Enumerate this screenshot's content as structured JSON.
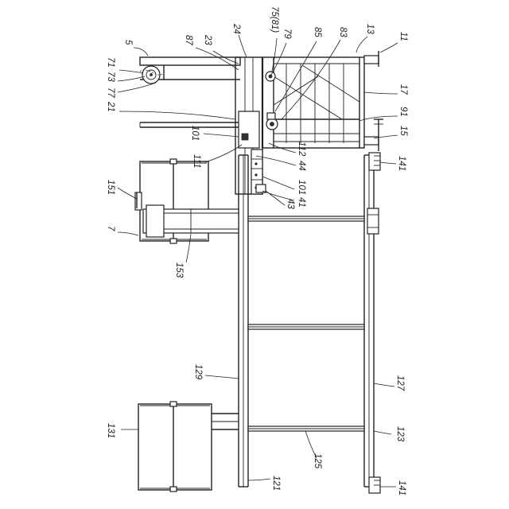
{
  "labels": {
    "l5": "5",
    "l71": "71",
    "l73": "73",
    "l77": "77",
    "l21": "21",
    "l87": "87",
    "l23": "23",
    "l24": "24",
    "l75": "75(81)",
    "l79": "79",
    "l85": "85",
    "l83": "83",
    "l13": "13",
    "l11": "11",
    "l17": "17",
    "l91": "91",
    "l15": "15",
    "l101a": "101",
    "l111": "111",
    "l112": "112",
    "l44": "44",
    "l141a": "141",
    "l101b": "101",
    "l41": "41",
    "l43": "43",
    "l151": "151",
    "l7": "7",
    "l153": "153",
    "l129": "129",
    "l127": "127",
    "l131": "131",
    "l125": "125",
    "l123": "123",
    "l121": "121",
    "l141b": "141"
  }
}
